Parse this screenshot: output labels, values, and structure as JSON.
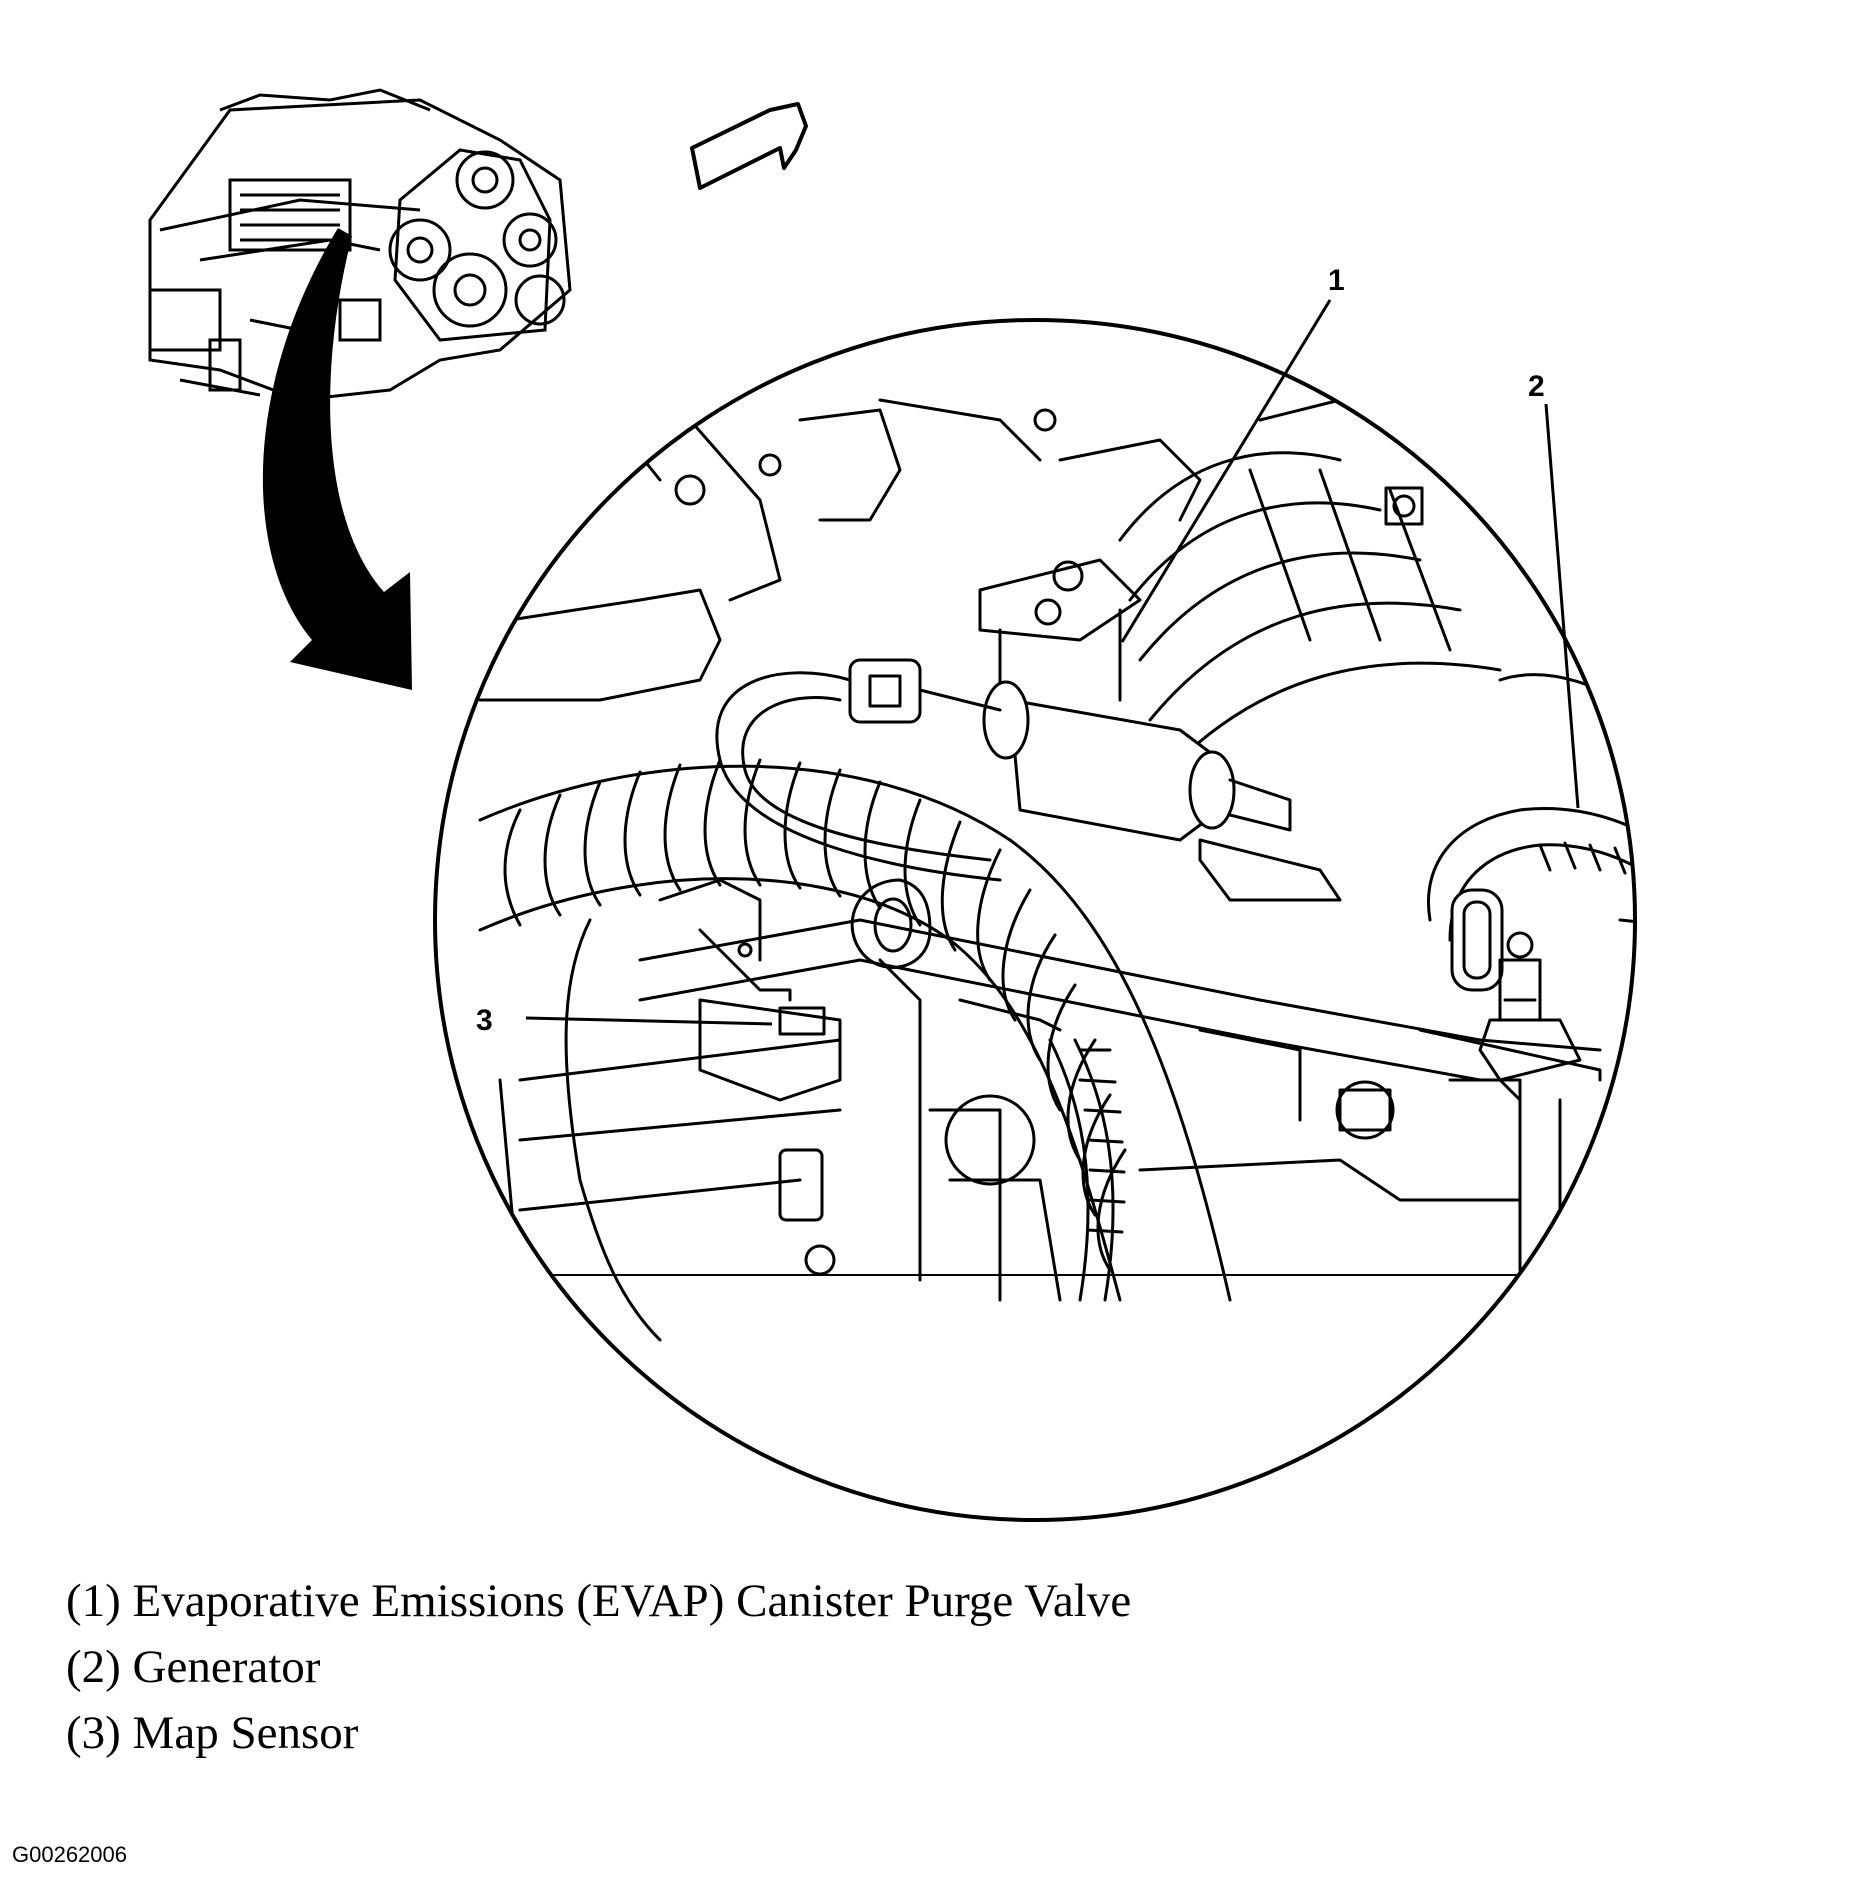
{
  "callouts": [
    {
      "number": "1",
      "label": "(1) Evaporative Emissions (EVAP) Canister Purge Valve"
    },
    {
      "number": "2",
      "label": "(2) Generator"
    },
    {
      "number": "3",
      "label": "(3) Map Sensor"
    }
  ],
  "figure_id": "G00262006",
  "colors": {
    "ink": "#000000",
    "paper": "#ffffff"
  }
}
